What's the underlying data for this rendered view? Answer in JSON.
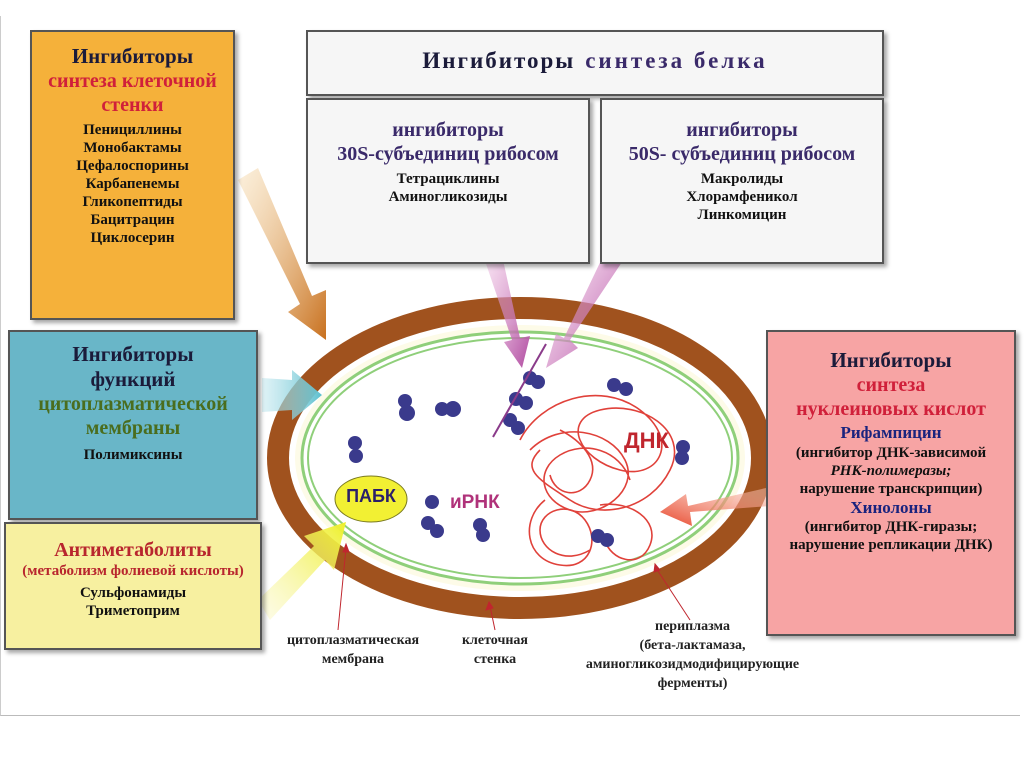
{
  "cell_wall_panel": {
    "title": "Ингибиторы",
    "subtitle_1": "синтеза клеточной",
    "subtitle_2": "стенки",
    "items": [
      "Пенициллины",
      "Монобактамы",
      "Цефалоспорины",
      "Карбапенемы",
      "Гликопептиды",
      "Бацитрацин",
      "Циклосерин"
    ]
  },
  "membrane_panel": {
    "title_1": "Ингибиторы",
    "title_2": "функций",
    "subtitle_1": "цитоплазматической",
    "subtitle_2": "мембраны",
    "item": "Полимиксины"
  },
  "antimetabolite_panel": {
    "title": "Антиметаболиты",
    "subtitle": "(метаболизм фолиевой кислоты)",
    "items": [
      "Сульфонамиды",
      "Триметоприм"
    ]
  },
  "protein_panel": {
    "title_a": "Ингибиторы",
    "title_b": "синтеза белка",
    "s30": {
      "line_1": "ингибиторы",
      "line_2": "30S-субъединиц рибосом",
      "items": [
        "Тетрациклины",
        "Аминогликозиды"
      ]
    },
    "s50": {
      "line_1": "ингибиторы",
      "line_2": "50S- субъединиц рибосом",
      "items": [
        "Макролиды",
        "Хлорамфеникол",
        "Линкомицин"
      ]
    }
  },
  "nucleic_panel": {
    "title": "Ингибиторы",
    "subtitle_1": "синтеза",
    "subtitle_2": "нуклеиновых кислот",
    "drug_1": "Рифампицин",
    "drug_1_desc": [
      "(ингибитор ДНК-зависимой",
      "РНК-полимеразы;",
      "нарушение транскрипции)"
    ],
    "drug_2": "Хинолоны",
    "drug_2_desc": [
      "(ингибитор ДНК-гиразы;",
      "нарушение репликации ДНК)"
    ]
  },
  "cell": {
    "pabk": "ПАБК",
    "irnk": "иРНК",
    "dnk": "ДНК"
  },
  "labels": {
    "membrane": [
      "цитоплазматическая",
      "мембрана"
    ],
    "wall": [
      "клеточная",
      "стенка"
    ],
    "periplasm": [
      "периплазма",
      "(бета-лактамаза,",
      "аминогликозидмодифицирующие",
      "ферменты)"
    ]
  },
  "colors": {
    "cell_wall": "#a0521e",
    "membrane_ring": "#8fcf7a",
    "ribosome": "#3a3a8c",
    "dna": "#e0413a",
    "orange_panel": "#f5b13a",
    "teal_panel": "#69b6c8",
    "yellow_panel": "#f7f0a0",
    "pink_panel": "#f7a4a4"
  }
}
